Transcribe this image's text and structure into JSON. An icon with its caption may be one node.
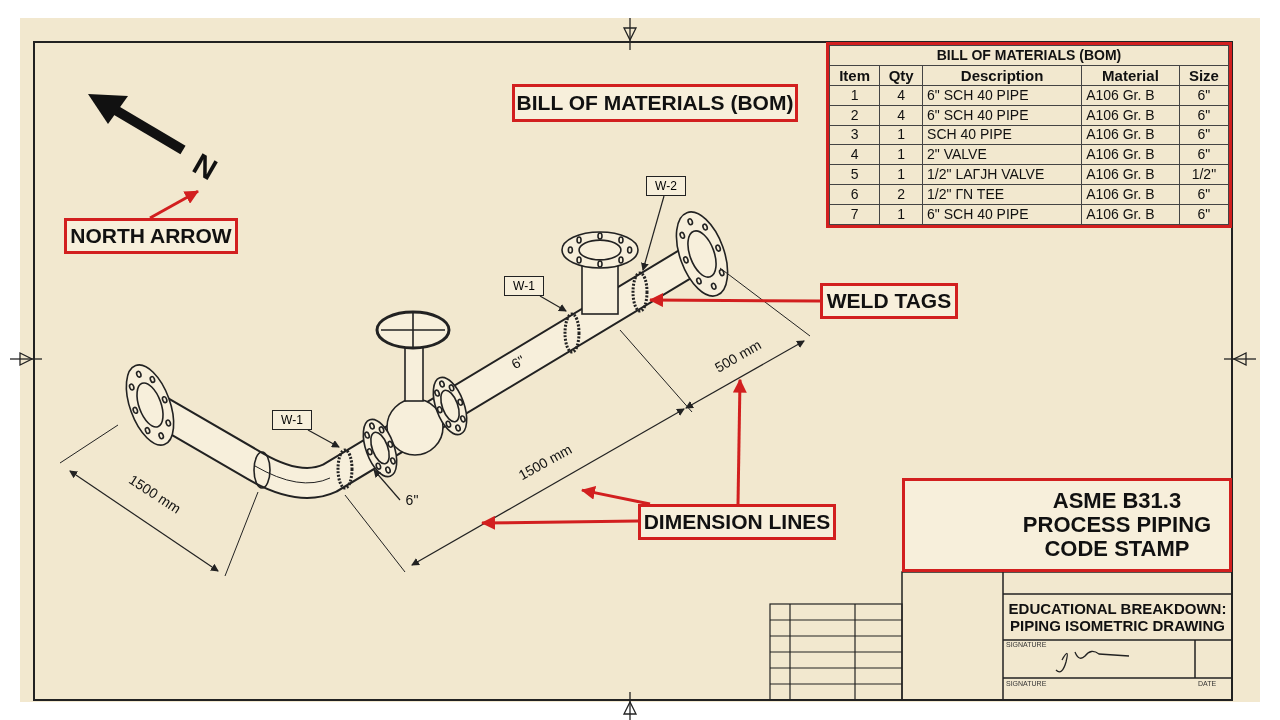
{
  "diagram": {
    "nodes": [
      {
        "text": [
          "BILL OF MATERIALS (BOM)"
        ]
      },
      {
        "text": [
          "N"
        ]
      },
      {
        "text": [
          "W-2"
        ]
      },
      {
        "text": [
          "NORTH ARROW"
        ]
      },
      {
        "text": [
          "W-1"
        ]
      },
      {
        "text": [],
        "shape": "ring"
      },
      {
        "text": [
          "WELD TAGS"
        ]
      },
      {
        "text": [],
        "shape": "ring"
      },
      {
        "text": [
          "500 mm"
        ]
      },
      {
        "text": [
          "W-1"
        ]
      },
      {
        "text": [],
        "shape": "ring"
      },
      {
        "text": [
          "1500 mm"
        ]
      },
      {
        "text": [
          "6\""
        ]
      },
      {
        "text": [
          "ASME B31.3 PROCESS PIPING CODE STAMP"
        ]
      },
      {
        "text": [
          "DIMENSION LINES"
        ]
      }
    ],
    "edges": [
      {
        "from": 3,
        "to": 1,
        "arrow": "to"
      },
      {
        "from": 6,
        "to": 5,
        "arrow": "to"
      },
      {
        "from": 14,
        "to": null,
        "arrow": "to"
      },
      {
        "from": 14,
        "to": 11,
        "arrow": "to"
      },
      {
        "from": 14,
        "to": 8,
        "arrow": "to"
      },
      {
        "from": 2,
        "to": 5,
        "arrow": "to",
        "color": "#222222"
      },
      {
        "from": 4,
        "to": 7,
        "arrow": "to",
        "color": "#222222"
      },
      {
        "from": 9,
        "to": 10,
        "arrow": "to",
        "color": "#222222"
      },
      {
        "from": 12,
        "to": null,
        "arrow": "to",
        "color": "#222222"
      }
    ],
    "labels": [
      "BILL OF MATERIALS (BOM)",
      "Item",
      "Qty",
      "Description",
      "Material",
      "Size",
      "1",
      "4",
      "6\" SCH 40 PIPE",
      "A106 Gr. B",
      "6\"",
      "2",
      "4",
      "6\" SCH 40 PIPE",
      "A106 Gr. B",
      "6\"",
      "3",
      "1",
      "SCH 40 PIPE",
      "A106 Gr. B",
      "6\"",
      "4",
      "1",
      "2\" VALVE",
      "A106 Gr. B",
      "6\"",
      "5",
      "1",
      "1/2\" LAΓJH VALVE",
      "A106 Gr. B",
      "1/2\"",
      "6",
      "2",
      "1/2\" ΓN TEE",
      "A106 Gr. B",
      "6\"",
      "7",
      "1",
      "6\" SCH 40 PIPE",
      "A106 Gr. B",
      "6\"",
      "6\"",
      "1500 mm",
      "EDUCATIONAL BREAKDOWN: PIPING ISOMETRIC DRAWING",
      "SIGNATURE",
      "SIGNATURE",
      "DATE"
    ]
  }
}
